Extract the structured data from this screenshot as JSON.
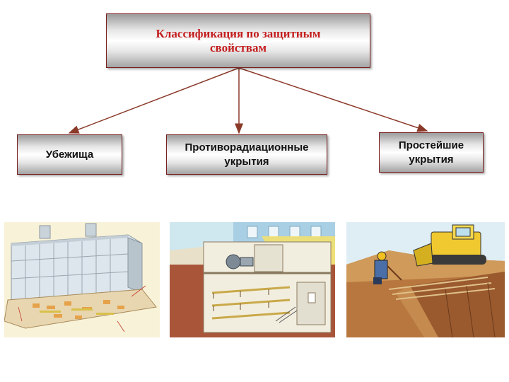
{
  "root": {
    "line1": "Классификация по защитным",
    "line2": "свойствам"
  },
  "nodes": {
    "shelters": {
      "label": "Убежища"
    },
    "anti_radiation": {
      "line1": "Противорадиационные",
      "line2": "укрытия"
    },
    "simple": {
      "line1": "Простейшие",
      "line2": "укрытия"
    }
  },
  "colors": {
    "title_text": "#c41e1e",
    "arrow": "#8b3a2a",
    "border": "#7a1f1f"
  }
}
